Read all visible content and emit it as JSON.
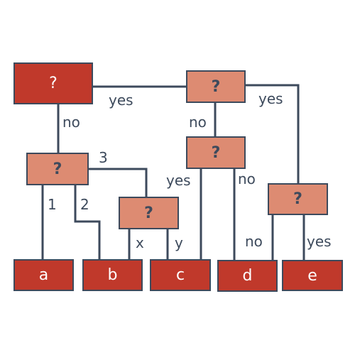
{
  "colors": {
    "line": "#3d4a5c",
    "root_fill": "#c0392b",
    "decision_fill": "#dd8b72",
    "leaf_fill": "#c0392b"
  },
  "nodes": {
    "root": "?",
    "n2": "?",
    "n3": "?",
    "n4": "?",
    "n5": "?",
    "n6": "?"
  },
  "leaves": {
    "a": "a",
    "b": "b",
    "c": "c",
    "d": "d",
    "e": "e"
  },
  "edge_labels": {
    "root_yes": "yes",
    "root_no": "no",
    "n2_no": "no",
    "n2_yes": "yes",
    "n3_1": "1",
    "n3_2": "2",
    "n3_3": "3",
    "n4_yes": "yes",
    "n4_no": "no",
    "n5_x": "x",
    "n5_y": "y",
    "n6_no": "no",
    "n6_yes": "yes"
  }
}
